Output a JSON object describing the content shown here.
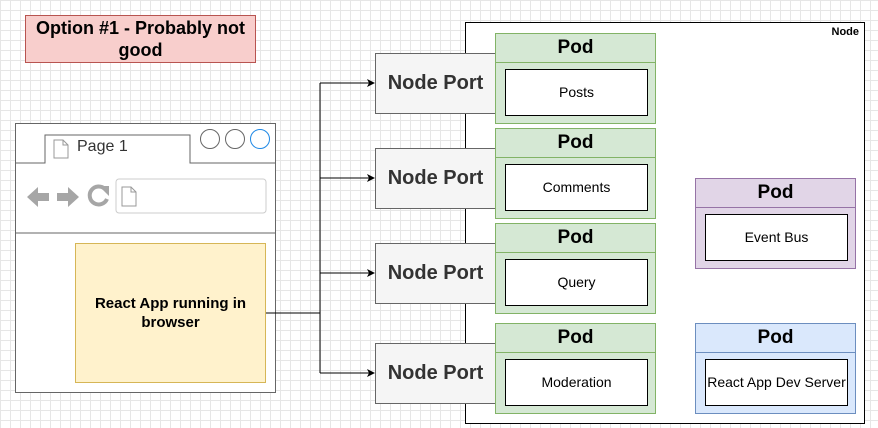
{
  "title": "Option #1 - Probably not good",
  "node_label": "Node",
  "browser": {
    "tab_label": "Page 1"
  },
  "react_app_label": "React App running in browser",
  "ports": [
    {
      "label": "Node Port"
    },
    {
      "label": "Node Port"
    },
    {
      "label": "Node Port"
    },
    {
      "label": "Node Port"
    }
  ],
  "pods": [
    {
      "title": "Pod",
      "service": "Posts",
      "color": "#d5e8d4"
    },
    {
      "title": "Pod",
      "service": "Comments",
      "color": "#d5e8d4"
    },
    {
      "title": "Pod",
      "service": "Query",
      "color": "#d5e8d4"
    },
    {
      "title": "Pod",
      "service": "Moderation",
      "color": "#d5e8d4"
    },
    {
      "title": "Pod",
      "service": "Event Bus",
      "color": "#e1d5e7"
    },
    {
      "title": "Pod",
      "service": "React App Dev Server",
      "color": "#dae8fc"
    }
  ]
}
